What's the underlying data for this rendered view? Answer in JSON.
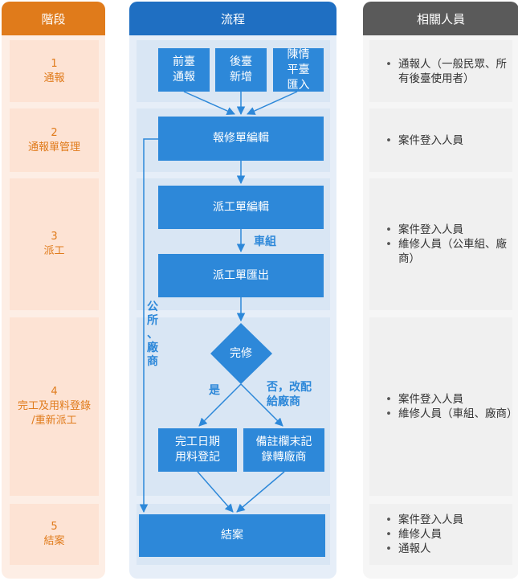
{
  "headers": {
    "stage": "階段",
    "process": "流程",
    "people": "相關人員"
  },
  "colors": {
    "stage_header": "#e07b1b",
    "process_header": "#1f6fc2",
    "people_header": "#5a5a5a",
    "box": "#2d88d9",
    "stage_text": "#e07b1b"
  },
  "stages": [
    {
      "num": "1",
      "name": "通報"
    },
    {
      "num": "2",
      "name": "通報單管理"
    },
    {
      "num": "3",
      "name": "派工"
    },
    {
      "num": "4",
      "name": "完工及用料登錄\n/重新派工"
    },
    {
      "num": "5",
      "name": "結案"
    }
  ],
  "process": {
    "front_desk": "前臺\n通報",
    "back_desk": "後臺\n新增",
    "petition": "陳情\n平臺\n匯入",
    "edit_report": "報修單編輯",
    "edit_dispatch": "派工單編輯",
    "export_dispatch": "派工單匯出",
    "done_decision": "完修",
    "completion": "完工日期\n用料登記",
    "remark": "備註欄末記\n錄轉廠商",
    "close": "結案"
  },
  "edge_labels": {
    "vehicle_team": "車組",
    "yes": "是",
    "no": "否，改配\n給廠商",
    "office_vendor": [
      "公",
      "所",
      "、",
      "廠",
      "商"
    ]
  },
  "people": [
    [
      "通報人（一般民眾、所有後臺使用者）"
    ],
    [
      "案件登入人員"
    ],
    [
      "案件登入人員",
      "維修人員（公車組、廠商）"
    ],
    [
      "案件登入人員",
      "維修人員（車組、廠商）"
    ],
    [
      "案件登入人員",
      "維修人員",
      "通報人"
    ]
  ]
}
